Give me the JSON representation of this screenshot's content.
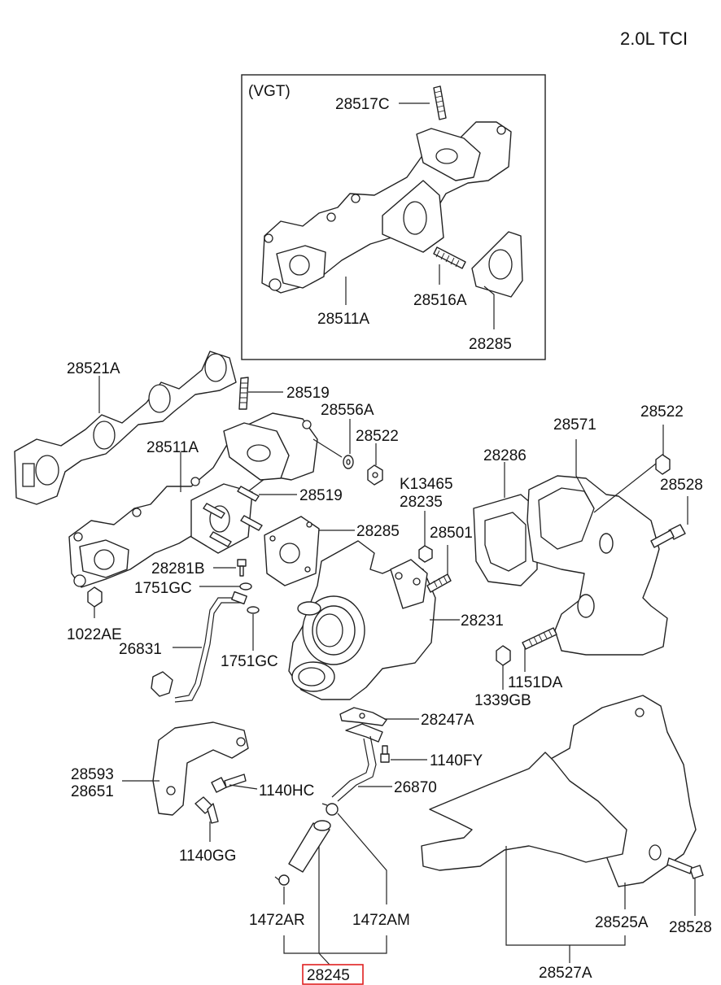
{
  "engine_label": "2.0L TCI",
  "vgt_box_label": "(VGT)",
  "highlight_color": "#e02020",
  "labels": {
    "p28517C": "28517C",
    "p28511A_vgt": "28511A",
    "p28516A": "28516A",
    "p28285_vgt": "28285",
    "p28521A": "28521A",
    "p28519_top": "28519",
    "p28556A": "28556A",
    "p28522_mid": "28522",
    "p28511A": "28511A",
    "p28519_mid": "28519",
    "pK13465": "K13465",
    "p28235": "28235",
    "p28285": "28285",
    "p28501": "28501",
    "p28281B": "28281B",
    "p1751GC_a": "1751GC",
    "p1022AE": "1022AE",
    "p26831": "26831",
    "p1751GC_b": "1751GC",
    "p28231": "28231",
    "p28286": "28286",
    "p28571": "28571",
    "p28522_right": "28522",
    "p28528_top": "28528",
    "p1151DA": "1151DA",
    "p1339GB": "1339GB",
    "p28247A": "28247A",
    "p1140FY": "1140FY",
    "p28593": "28593",
    "p28651": "28651",
    "p1140HC": "1140HC",
    "p26870": "26870",
    "p1140GG": "1140GG",
    "p1472AR": "1472AR",
    "p1472AM": "1472AM",
    "p28245": "28245",
    "p28525A": "28525A",
    "p28528_bottom": "28528",
    "p28527A": "28527A"
  }
}
